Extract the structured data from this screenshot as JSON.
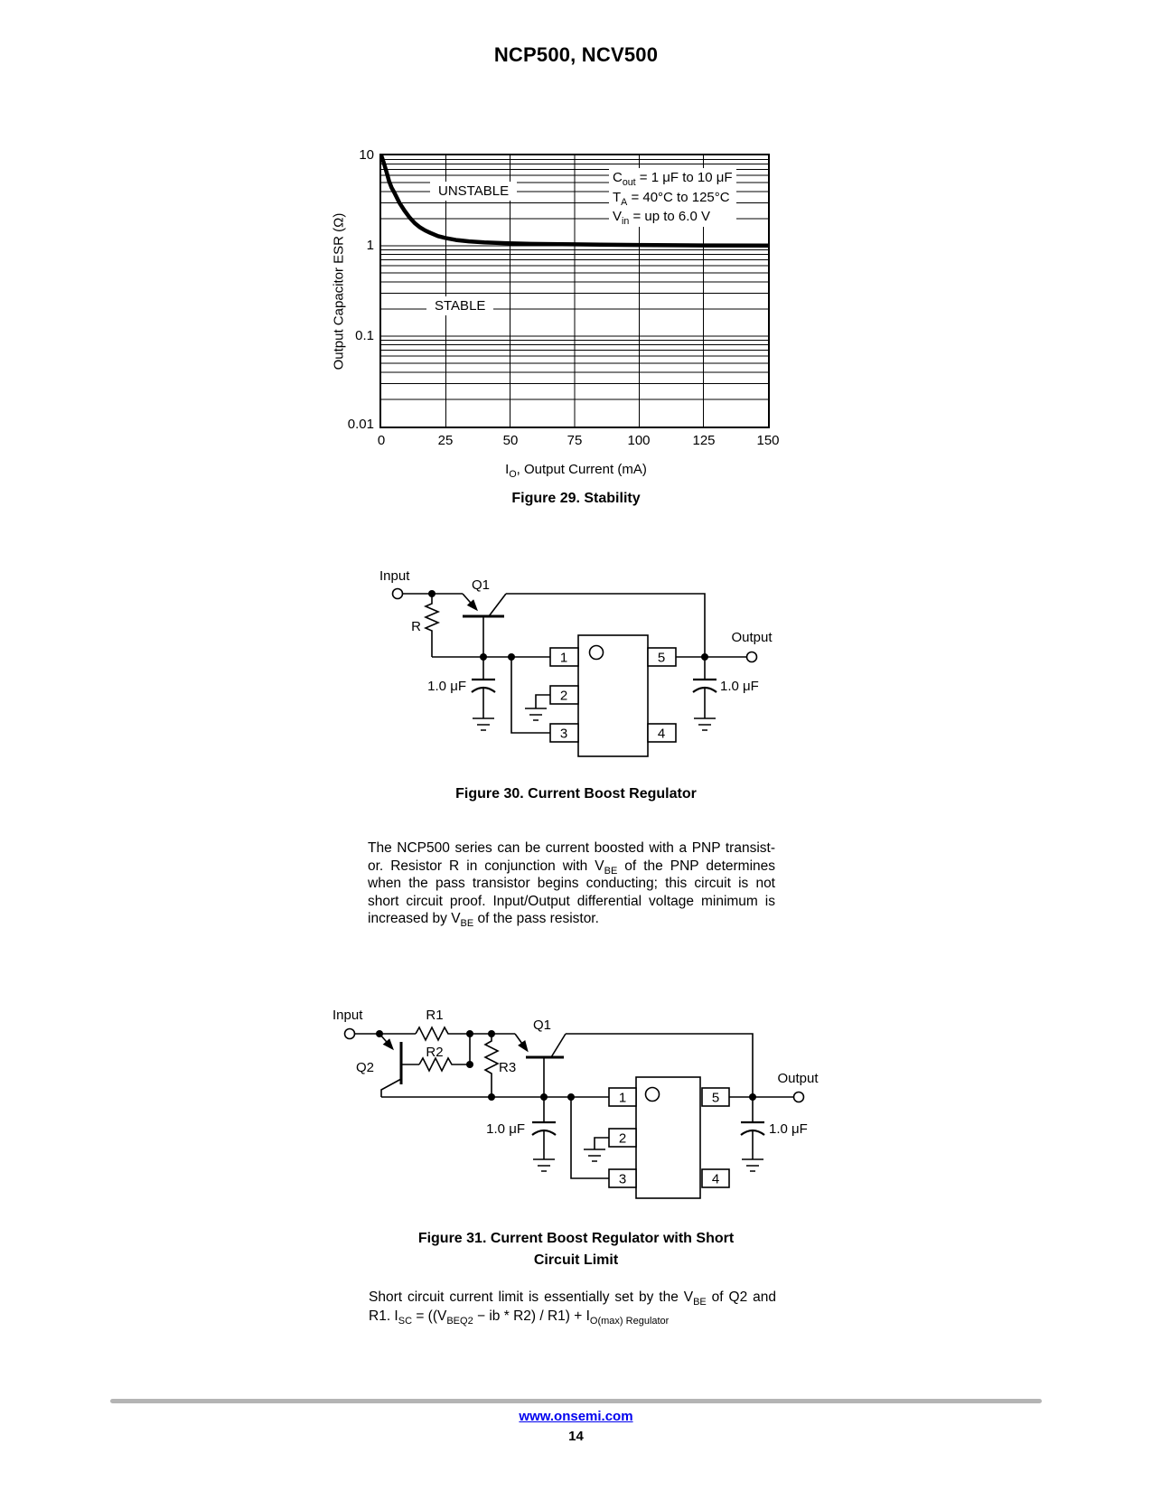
{
  "page": {
    "title": "NCP500, NCV500"
  },
  "figure29": {
    "caption": "Figure 29. Stability",
    "ylabel": "Output Capacitor ESR (Ω)",
    "xlabel_rich": [
      "I",
      {
        "sub": "O"
      },
      ", Output Current (mA)"
    ],
    "yticks": [
      "10",
      "1",
      "0.1",
      "0.01"
    ],
    "xticks": [
      "0",
      "25",
      "50",
      "75",
      "100",
      "125",
      "150"
    ],
    "region_labels": {
      "unstable": "UNSTABLE",
      "stable": "STABLE"
    },
    "conditions": [
      [
        "C",
        {
          "sub": "out"
        },
        " = 1 μF to 10 μF"
      ],
      [
        "T",
        {
          "sub": "A"
        },
        " = 40°C to 125°C"
      ],
      [
        "V",
        {
          "sub": "in"
        },
        " = up to 6.0 V"
      ]
    ],
    "chart_data": {
      "type": "line",
      "title": "Figure 29. Stability",
      "xlabel": "IO, Output Current (mA)",
      "ylabel": "Output Capacitor ESR (Ω)",
      "xlim": [
        0,
        150
      ],
      "ylim": [
        0.01,
        10
      ],
      "y_scale": "log",
      "xticks": [
        0,
        25,
        50,
        75,
        100,
        125,
        150
      ],
      "yticks": [
        10,
        1,
        0.1,
        0.01
      ],
      "grid": "log minor horizontal lines, vertical lines every 25 mA",
      "legend_position": "none",
      "regions": [
        "UNSTABLE above curve",
        "STABLE below curve"
      ],
      "series": [
        {
          "name": "ESR stability boundary",
          "points": [
            [
              0,
              10
            ],
            [
              1,
              8.2
            ],
            [
              2,
              6.6
            ],
            [
              3,
              5.2
            ],
            [
              4,
              4.4
            ],
            [
              5,
              3.9
            ],
            [
              7,
              3.0
            ],
            [
              9,
              2.45
            ],
            [
              11,
              2.05
            ],
            [
              13,
              1.78
            ],
            [
              15,
              1.6
            ],
            [
              17,
              1.48
            ],
            [
              19,
              1.39
            ],
            [
              22,
              1.28
            ],
            [
              25,
              1.22
            ],
            [
              29,
              1.16
            ],
            [
              34,
              1.12
            ],
            [
              40,
              1.09
            ],
            [
              48,
              1.07
            ],
            [
              58,
              1.05
            ],
            [
              70,
              1.04
            ],
            [
              85,
              1.03
            ],
            [
              100,
              1.02
            ],
            [
              125,
              1.01
            ],
            [
              150,
              1.005
            ]
          ]
        }
      ]
    }
  },
  "figure30": {
    "caption": "Figure 30. Current Boost Regulator",
    "labels": {
      "input": "Input",
      "output": "Output",
      "q1": "Q1",
      "r": "R",
      "cap_in": "1.0 μF",
      "cap_out": "1.0 μF",
      "pin1": "1",
      "pin2": "2",
      "pin3": "3",
      "pin4": "4",
      "pin5": "5"
    }
  },
  "para30_lines": [
    [
      "The NCP500 series can be current boosted with a PNP transist-"
    ],
    [
      "or. Resistor R in conjunction with V",
      {
        "sub": "BE"
      },
      " of the PNP determines"
    ],
    [
      "when the pass transistor begins conducting; this circuit is not"
    ],
    [
      "short circuit proof. Input/Output differential voltage minimum is"
    ],
    [
      "increased by V",
      {
        "sub": "BE"
      },
      " of the pass resistor."
    ]
  ],
  "figure31": {
    "caption_line1": "Figure 31. Current Boost Regulator with Short",
    "caption_line2": "Circuit Limit",
    "labels": {
      "input": "Input",
      "output": "Output",
      "q1": "Q1",
      "q2": "Q2",
      "r1": "R1",
      "r2": "R2",
      "r3": "R3",
      "cap_in": "1.0 μF",
      "cap_out": "1.0 μF",
      "pin1": "1",
      "pin2": "2",
      "pin3": "3",
      "pin4": "4",
      "pin5": "5"
    }
  },
  "para31_lines": [
    [
      "Short circuit current limit is essentially set by the V",
      {
        "sub": "BE"
      },
      " of Q2 and"
    ],
    [
      "R1. I",
      {
        "sub": "SC"
      },
      " = ((V",
      {
        "sub": "BEQ2"
      },
      " − ib * R2) / R1) + I",
      {
        "sub": "O(max) Regulator"
      }
    ]
  ],
  "footer": {
    "url": "www.onsemi.com",
    "page_number": "14"
  }
}
